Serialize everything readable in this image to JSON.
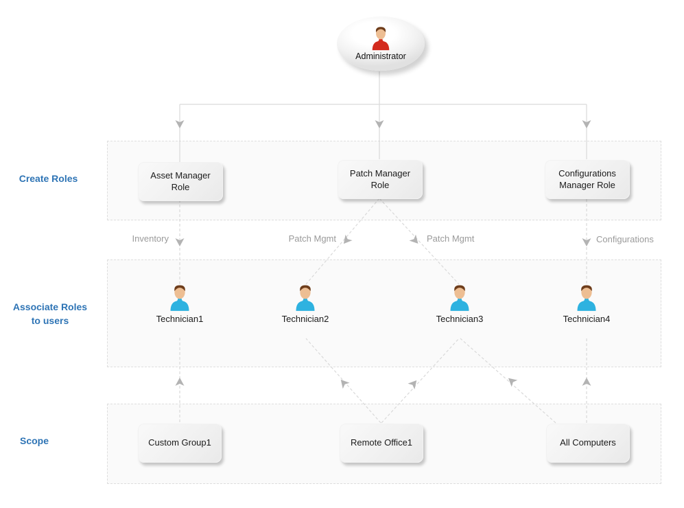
{
  "admin_node": {
    "label": "Administrator",
    "icon": "person-red-shirt-icon"
  },
  "row_labels": {
    "create_roles": "Create Roles",
    "associate_roles": "Associate Roles\nto users",
    "scope": "Scope"
  },
  "role_boxes": [
    {
      "label": "Asset Manager\nRole"
    },
    {
      "label": "Patch Manager\nRole"
    },
    {
      "label": "Configurations\nManager Role"
    }
  ],
  "technicians": [
    {
      "label": "Technician1",
      "icon": "person-blue-shirt-icon"
    },
    {
      "label": "Technician2",
      "icon": "person-blue-shirt-icon"
    },
    {
      "label": "Technician3",
      "icon": "person-blue-shirt-icon"
    },
    {
      "label": "Technician4",
      "icon": "person-blue-shirt-icon"
    }
  ],
  "scope_boxes": [
    {
      "label": "Custom Group1"
    },
    {
      "label": "Remote Office1"
    },
    {
      "label": "All Computers"
    }
  ],
  "edge_labels": [
    {
      "label": "Inventory"
    },
    {
      "label": "Patch Mgmt"
    },
    {
      "label": "Patch Mgmt"
    },
    {
      "label": "Configurations"
    }
  ],
  "colors": {
    "row_label_blue": "#2e74b5",
    "edge_label_gray": "#9a9a9a",
    "connector_gray": "#d9d9d9",
    "arrowhead_gray": "#b3b3b3",
    "admin_shirt_red": "#d32b1e",
    "technician_shirt_blue": "#2eb2e0",
    "band_background": "#fafafa",
    "band_border": "#dddddd"
  }
}
